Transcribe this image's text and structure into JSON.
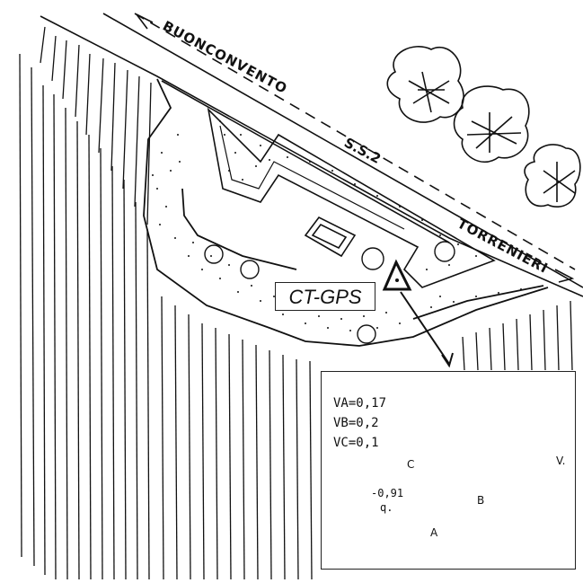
{
  "road": {
    "route_label": "S.S.2",
    "direction_west": "BUONCONVENTO",
    "direction_east": "TORRENIERI"
  },
  "station": {
    "label": "CT-GPS"
  },
  "inset": {
    "values": [
      "VA=0,17",
      "VB=0,2",
      "VC=0,1"
    ],
    "height_value": "-0,91",
    "height_unit": "q.",
    "point_labels": {
      "a": "A",
      "b": "B",
      "c": "C",
      "v": "V."
    }
  }
}
